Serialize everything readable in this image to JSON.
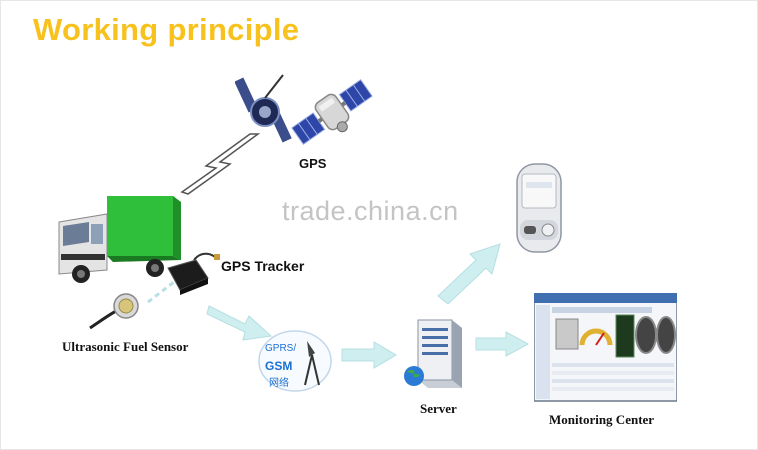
{
  "title": "Working principle",
  "labels": {
    "gps": "GPS",
    "gps_tracker": "GPS Tracker",
    "fuel_sensor": "Ultrasonic Fuel Sensor",
    "gprs": "GPRS/",
    "gsm": "GSM",
    "gsm_cn": "网络",
    "server": "Server",
    "monitoring_center": "Monitoring Center"
  },
  "watermark": "trade.china.cn",
  "colors": {
    "title": "#f7c21d",
    "arrow": "#cfeef0",
    "truck_cargo": "#2fbf3b",
    "gprs_text": "#1a6fd1"
  },
  "icons": [
    "satellite-icon",
    "satellite-icon",
    "lightning-icon",
    "truck-icon",
    "gps-tracker-icon",
    "fuel-sensor-icon",
    "gprs-gsm-icon",
    "server-icon",
    "phone-icon",
    "monitor-icon"
  ]
}
